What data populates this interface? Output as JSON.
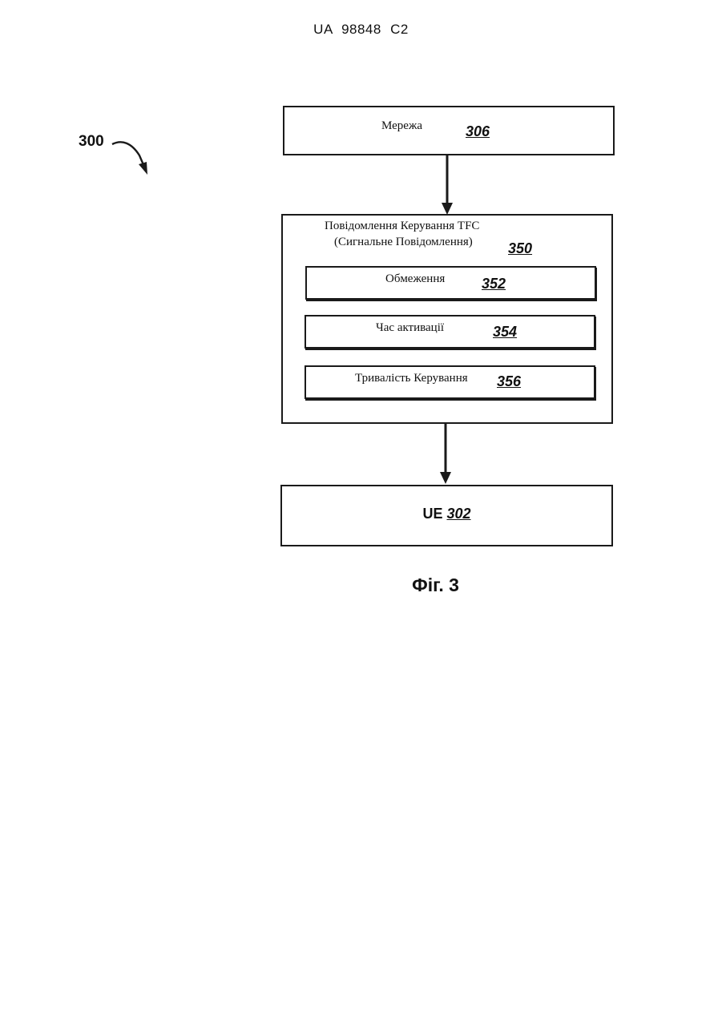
{
  "header": {
    "patent_number": "UA   98848   C2"
  },
  "figure": {
    "reference_label": "300",
    "caption": "Фіг. 3"
  },
  "network_box": {
    "label": "Мережа",
    "number": "306"
  },
  "tfc_message_box": {
    "title_line1": "Повідомлення Керування TFC",
    "title_line2": "(Сигнальне Повідомлення)",
    "number": "350",
    "fields": [
      {
        "label": "Обмеження",
        "number": "352"
      },
      {
        "label": "Час активації",
        "number": "354"
      },
      {
        "label": "Тривалість Керування",
        "number": "356"
      }
    ]
  },
  "ue_box": {
    "label": "UE",
    "number": "302"
  }
}
